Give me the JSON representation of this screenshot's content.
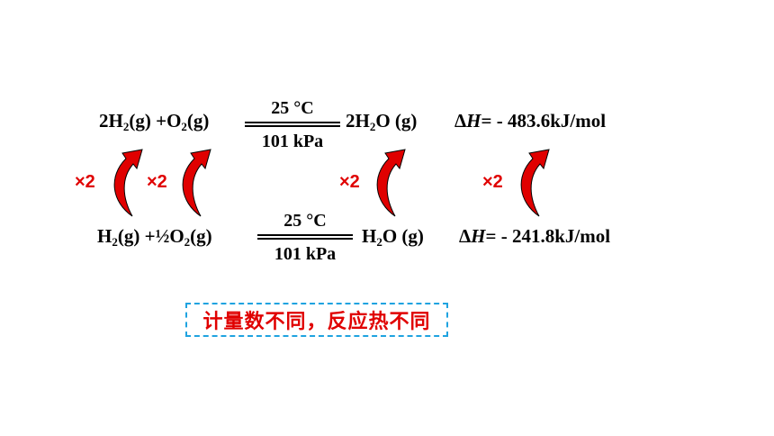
{
  "eq1": {
    "reactant1": {
      "coef": "2",
      "symbol": "H",
      "sub": "2",
      "state": "(g)"
    },
    "plus": "+",
    "reactant2": {
      "symbol": "O",
      "sub": "2",
      "state": "(g)"
    },
    "condition_top": "25 °C",
    "condition_bottom": "101 kPa",
    "product": {
      "coef": "2",
      "symbol": "H",
      "sub": "2",
      "rest": "O (g)"
    },
    "dh_symbol": "Δ",
    "dh_var": "H",
    "dh_value": "= - 483.6kJ/mol"
  },
  "eq2": {
    "reactant1": {
      "symbol": "H",
      "sub": "2",
      "state": "(g)"
    },
    "plus": "+",
    "reactant2": {
      "coef": "½",
      "symbol": "O",
      "sub": "2",
      "state": "(g)"
    },
    "condition_top": "25 °C",
    "condition_bottom": "101 kPa",
    "product": {
      "symbol": "H",
      "sub": "2",
      "rest": "O (g)"
    },
    "dh_symbol": "Δ",
    "dh_var": "H",
    "dh_value": "= - 241.8kJ/mol"
  },
  "multipliers": [
    "×2",
    "×2",
    "×2",
    "×2"
  ],
  "arrow_color": "#e00000",
  "note_text": "计量数不同，反应热不同",
  "note_border_color": "#1fa3e0"
}
